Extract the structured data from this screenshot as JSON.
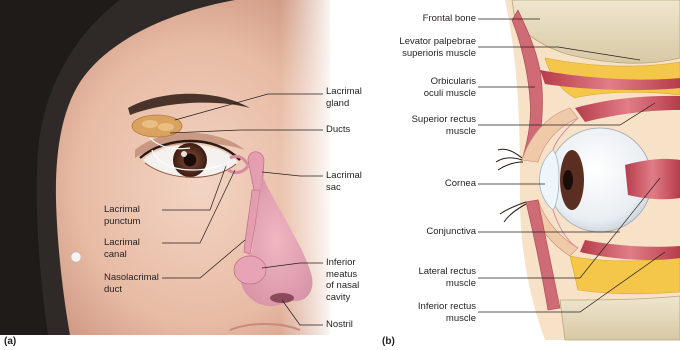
{
  "panel_a": {
    "letter": "(a)",
    "labels": {
      "lacrimal_gland": "Lacrimal\ngland",
      "ducts": "Ducts",
      "lacrimal_sac": "Lacrimal\nsac",
      "lacrimal_punctum": "Lacrimal\npunctum",
      "lacrimal_canal": "Lacrimal\ncanal",
      "nasolacrimal_duct": "Nasolacrimal\nduct",
      "inferior_meatus": "Inferior\nmeatus\nof nasal\ncavity",
      "nostril": "Nostril"
    }
  },
  "panel_b": {
    "letter": "(b)",
    "labels": {
      "frontal_bone": "Frontal bone",
      "levator": "Levator palpebrae\nsuperioris muscle",
      "orbicularis": "Orbicularis\noculi muscle",
      "superior_rectus": "Superior rectus\nmuscle",
      "cornea": "Cornea",
      "conjunctiva": "Conjunctiva",
      "lateral_rectus": "Lateral rectus\nmuscle",
      "inferior_rectus": "Inferior rectus\nmuscle"
    }
  },
  "colors": {
    "skin": "#e9c1ad",
    "hair": "#2f2a27",
    "gland": "#d9a35f",
    "duct": "#d98aa0",
    "bone": "#e6dcc2",
    "fat": "#f4c64a",
    "muscle": "#c9505d",
    "iris": "#5a2f22"
  }
}
